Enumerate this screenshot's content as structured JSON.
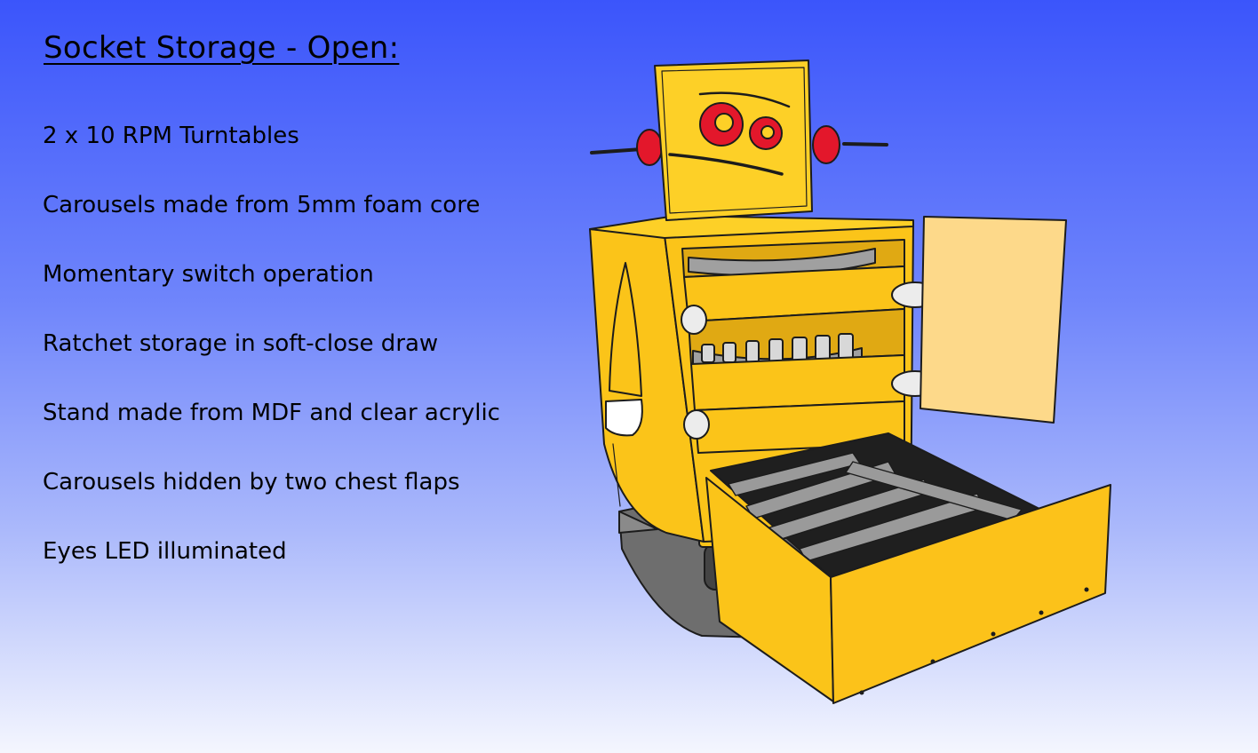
{
  "title": "Socket Storage - Open:",
  "bullets": [
    "2 x 10 RPM Turntables",
    "Carousels made from 5mm foam core",
    "Momentary switch operation",
    "Ratchet storage in soft-close draw",
    "Stand made from MDF and clear acrylic",
    "Carousels hidden by two chest flaps",
    "Eyes LED illuminated"
  ],
  "colors": {
    "cabinet_yellow": "#fbc419",
    "face_yellow": "#fdd027",
    "eye_red": "#e3172b",
    "base_grey": "#6e6e6e",
    "outline": "#1c1c1c"
  },
  "illustration": {
    "icon": "robot-socket-storage-cabinet"
  }
}
